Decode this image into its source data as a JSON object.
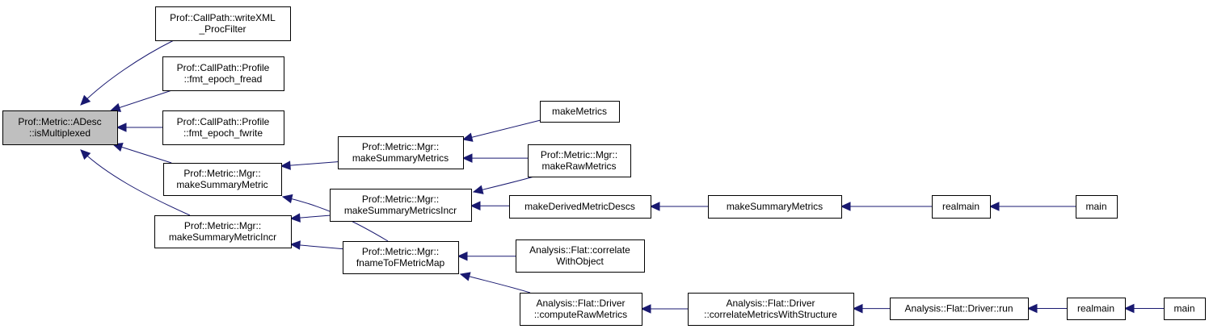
{
  "title": "Prof::Metric::ADesc::isMultiplexed caller graph",
  "colors": {
    "edge": "#191970",
    "root_fill": "#bfbfbf",
    "node_fill": "#ffffff"
  },
  "nodes": [
    {
      "id": "root",
      "lines": [
        "Prof::Metric::ADesc",
        "::isMultiplexed"
      ],
      "root": true
    },
    {
      "id": "writeXML",
      "lines": [
        "Prof::CallPath::writeXML",
        "_ProcFilter"
      ]
    },
    {
      "id": "fread",
      "lines": [
        "Prof::CallPath::Profile",
        "::fmt_epoch_fread"
      ]
    },
    {
      "id": "fwrite",
      "lines": [
        "Prof::CallPath::Profile",
        "::fmt_epoch_fwrite"
      ]
    },
    {
      "id": "mSumMetric",
      "lines": [
        "Prof::Metric::Mgr::",
        "makeSummaryMetric"
      ]
    },
    {
      "id": "mSumMetricIncr",
      "lines": [
        "Prof::Metric::Mgr::",
        "makeSummaryMetricIncr"
      ]
    },
    {
      "id": "mSumMetrics",
      "lines": [
        "Prof::Metric::Mgr::",
        "makeSummaryMetrics"
      ]
    },
    {
      "id": "mSumMetricsIncr",
      "lines": [
        "Prof::Metric::Mgr::",
        "makeSummaryMetricsIncr"
      ]
    },
    {
      "id": "fnameMap",
      "lines": [
        "Prof::Metric::Mgr::",
        "fnameToFMetricMap"
      ]
    },
    {
      "id": "makeMetrics",
      "lines": [
        "makeMetrics"
      ]
    },
    {
      "id": "makeRaw",
      "lines": [
        "Prof::Metric::Mgr::",
        "makeRawMetrics"
      ]
    },
    {
      "id": "makeDerived",
      "lines": [
        "makeDerivedMetricDescs"
      ]
    },
    {
      "id": "corrObj",
      "lines": [
        "Analysis::Flat::correlate",
        "WithObject"
      ]
    },
    {
      "id": "computeRaw",
      "lines": [
        "Analysis::Flat::Driver",
        "::computeRawMetrics"
      ]
    },
    {
      "id": "makeSumMetrics2",
      "lines": [
        "makeSummaryMetrics"
      ]
    },
    {
      "id": "corrStruct",
      "lines": [
        "Analysis::Flat::Driver",
        "::correlateMetricsWithStructure"
      ]
    },
    {
      "id": "realmain1",
      "lines": [
        "realmain"
      ]
    },
    {
      "id": "main1",
      "lines": [
        "main"
      ]
    },
    {
      "id": "driverRun",
      "lines": [
        "Analysis::Flat::Driver::run"
      ]
    },
    {
      "id": "realmain2",
      "lines": [
        "realmain"
      ]
    },
    {
      "id": "main2",
      "lines": [
        "main"
      ]
    }
  ],
  "edges": [
    {
      "from": "writeXML",
      "to": "root"
    },
    {
      "from": "fread",
      "to": "root"
    },
    {
      "from": "fwrite",
      "to": "root"
    },
    {
      "from": "mSumMetric",
      "to": "root"
    },
    {
      "from": "mSumMetricIncr",
      "to": "root"
    },
    {
      "from": "mSumMetrics",
      "to": "mSumMetric"
    },
    {
      "from": "fnameMap",
      "to": "mSumMetric"
    },
    {
      "from": "mSumMetricsIncr",
      "to": "mSumMetricIncr"
    },
    {
      "from": "fnameMap",
      "to": "mSumMetricIncr"
    },
    {
      "from": "makeMetrics",
      "to": "mSumMetrics"
    },
    {
      "from": "makeRaw",
      "to": "mSumMetrics"
    },
    {
      "from": "makeRaw",
      "to": "mSumMetricsIncr"
    },
    {
      "from": "makeDerived",
      "to": "mSumMetricsIncr"
    },
    {
      "from": "corrObj",
      "to": "fnameMap"
    },
    {
      "from": "computeRaw",
      "to": "fnameMap"
    },
    {
      "from": "makeSumMetrics2",
      "to": "makeDerived"
    },
    {
      "from": "realmain1",
      "to": "makeSumMetrics2"
    },
    {
      "from": "main1",
      "to": "realmain1"
    },
    {
      "from": "corrStruct",
      "to": "computeRaw"
    },
    {
      "from": "driverRun",
      "to": "corrStruct"
    },
    {
      "from": "realmain2",
      "to": "driverRun"
    },
    {
      "from": "main2",
      "to": "realmain2"
    }
  ]
}
